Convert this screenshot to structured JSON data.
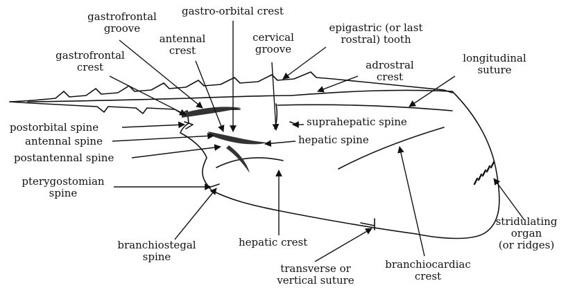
{
  "labels": {
    "gastrofrontal_groove": "gastrofrontal\ngroove",
    "gastro_orbital_crest": "gastro-orbital crest",
    "antennal_crest": "antennal\ncrest",
    "cervical_groove": "cervical\ngroove",
    "epigastric_tooth": "epigastric (or last\nrostral) tooth",
    "gastrofrontal_crest": "gastrofrontal\ncrest",
    "adrostral_crest": "adrostral\ncrest",
    "longitudinal_suture": "longitudinal\nsuture",
    "postorbital_spine": "postorbital spine",
    "suprahepatic_spine": "suprahepatic spine",
    "antennal_spine": "antennal spine",
    "hepatic_spine": "hepatic spine",
    "postantennal_spine": "postantennal spine",
    "pterygostomian_spine": "pterygostomian\nspine",
    "stridulating_organ": "stridulating\norgan\n(or ridges)",
    "branchiostegal_spine": "branchiostegal\nspine",
    "hepatic_crest": "hepatic crest",
    "transverse_suture": "transverse or\nvertical suture",
    "branchiocardiac_crest": "branchiocardiac\ncrest"
  },
  "colors": {
    "ink": "#111111",
    "background": "#ffffff"
  }
}
